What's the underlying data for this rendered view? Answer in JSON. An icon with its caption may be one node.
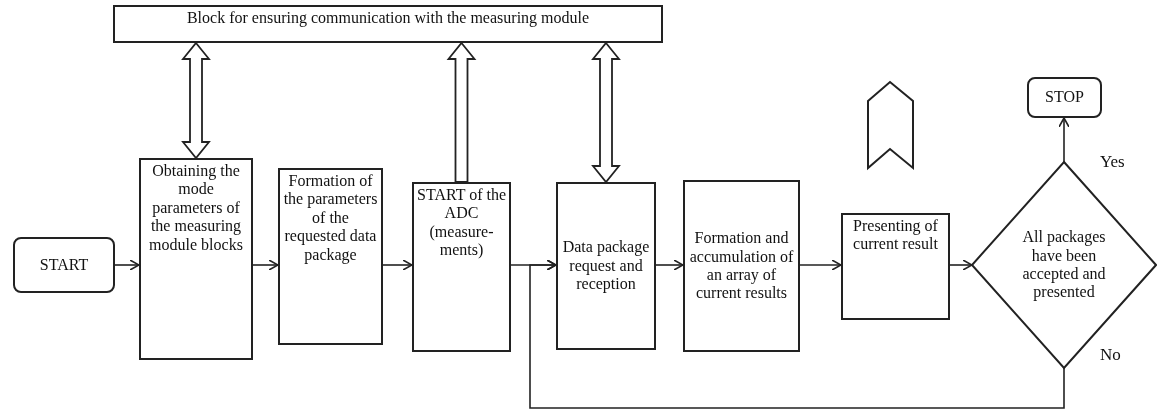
{
  "diagram": {
    "nodes": [
      {
        "text": [
          "Block for ensuring communication with the measuring module"
        ]
      },
      {
        "text": [
          "START"
        ]
      },
      {
        "text": [
          "Obtaining the mode parameters of the measuring module blocks"
        ]
      },
      {
        "text": [
          "Formation of the parameters of the requested data package"
        ]
      },
      {
        "text": [
          "START of the ADC (measure-ments)"
        ]
      },
      {
        "text": [
          "Data package request and reception"
        ]
      },
      {
        "text": [
          "Formation and accumulation of an array of current results"
        ]
      },
      {
        "text": [
          "Presenting of current result"
        ]
      },
      {
        "text": [
          "All packages have been accepted and presented"
        ]
      },
      {
        "text": [
          "STOP"
        ]
      }
    ],
    "edges": [
      {
        "from": 0,
        "to": 2,
        "arrow": "both",
        "style": "thick"
      },
      {
        "from": 4,
        "to": 0,
        "arrow": "to",
        "style": "thick"
      },
      {
        "from": 0,
        "to": 5,
        "arrow": "both",
        "style": "thick"
      },
      {
        "from": 1,
        "to": 2,
        "arrow": "to"
      },
      {
        "from": 2,
        "to": 3,
        "arrow": "to"
      },
      {
        "from": 3,
        "to": 4,
        "arrow": "to"
      },
      {
        "from": 4,
        "to": 5,
        "arrow": "to"
      },
      {
        "from": 5,
        "to": 6,
        "arrow": "to"
      },
      {
        "from": 6,
        "to": 7,
        "arrow": "to"
      },
      {
        "from": 7,
        "to": 8,
        "arrow": "to"
      },
      {
        "from": 8,
        "to": 9,
        "arrow": "to",
        "label": "Yes"
      },
      {
        "from": 8,
        "to": 5,
        "arrow": "to",
        "label": "No"
      }
    ]
  }
}
